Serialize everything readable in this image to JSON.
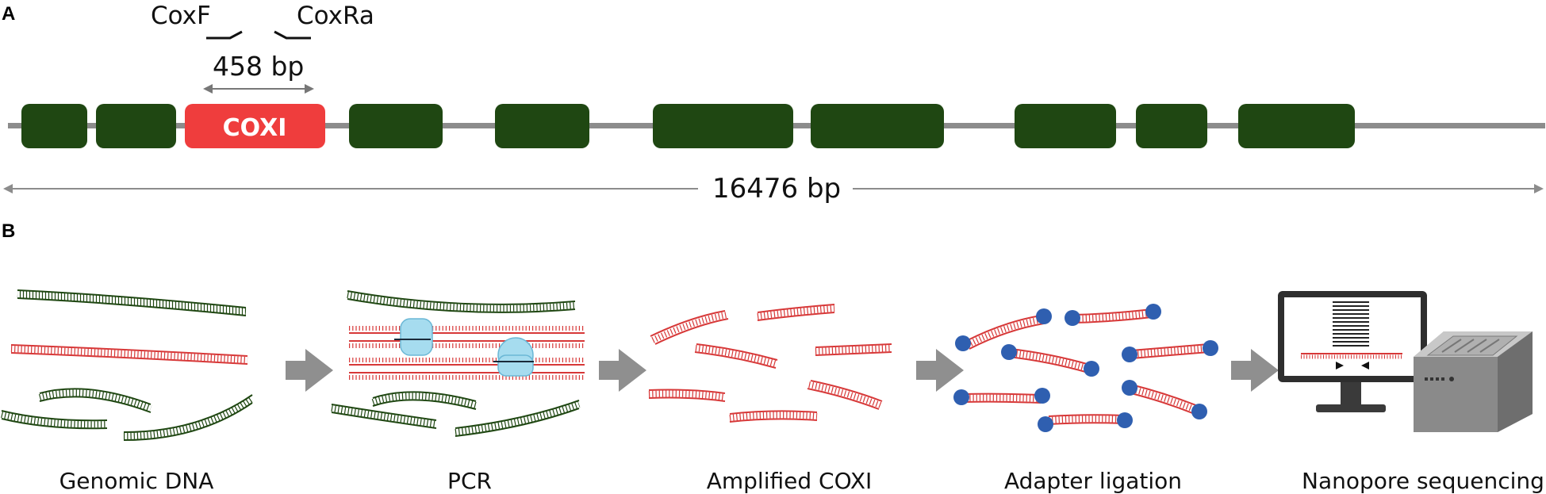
{
  "panels": {
    "a": "A",
    "b": "B"
  },
  "genome_map": {
    "gene_label": "COXI",
    "amplicon_length": "458 bp",
    "genome_length": "16476 bp",
    "forward_primer": "CoxF",
    "reverse_primer": "CoxRa"
  },
  "workflow": {
    "steps": [
      {
        "label": "Genomic DNA"
      },
      {
        "label": "PCR"
      },
      {
        "label": "Amplified COXI"
      },
      {
        "label": "Adapter ligation"
      },
      {
        "label": "Nanopore sequencing"
      }
    ]
  },
  "colors": {
    "gene_block": "#1f4712",
    "coxi_block": "#ef3d3d",
    "backbone": "#8c8c8c",
    "dna_green": "#1f4712",
    "dna_red": "#d73838",
    "adapter": "#2f5fb0",
    "polymerase": "#a6dcef",
    "arrow": "#8f8f8f"
  }
}
